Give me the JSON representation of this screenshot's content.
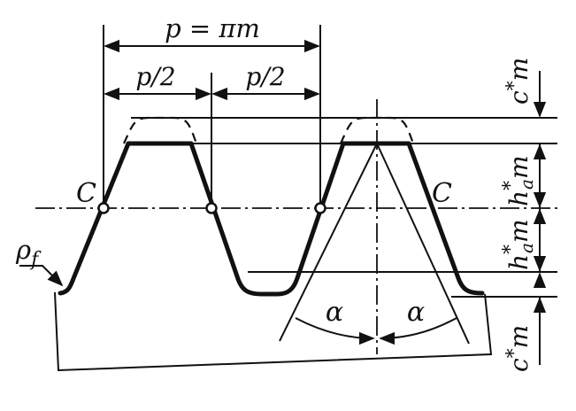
{
  "labels": {
    "pitch": "p = πm",
    "half_pitch_left": "p/2",
    "half_pitch_right": "p/2",
    "point_left": "C",
    "point_right": "C",
    "fillet_radius": "ρ",
    "fillet_radius_sub": "f",
    "angle_left": "α",
    "angle_right": "α",
    "clearance_top_main": "c",
    "clearance_top_sup": "*",
    "clearance_top_tail": "m",
    "addendum_main": "h",
    "addendum_sup": "*",
    "addendum_sub": "a",
    "addendum_tail": "m",
    "dedendum_main": "h",
    "dedendum_sup": "*",
    "dedendum_sub": "a",
    "dedendum_tail": "m",
    "clearance_bottom_main": "c",
    "clearance_bottom_sup": "*",
    "clearance_bottom_tail": "m"
  }
}
